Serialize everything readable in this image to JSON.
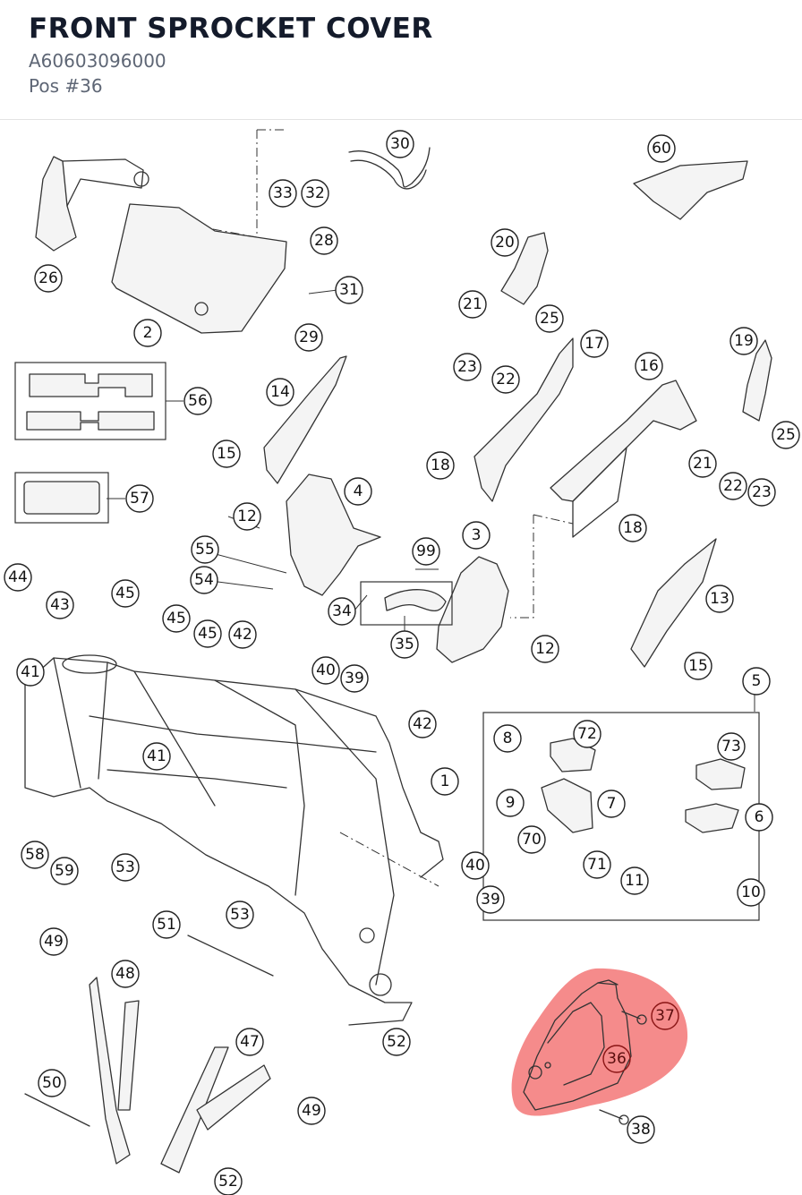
{
  "header": {
    "title": "FRONT SPROCKET COVER",
    "part_number": "A60603096000",
    "position": "Pos #36"
  },
  "colors": {
    "highlight": "#f26a6a",
    "highlight_callout": "#8a1414",
    "line": "#333333"
  },
  "highlighted_position": "36",
  "callouts": [
    "1",
    "2",
    "3",
    "4",
    "5",
    "6",
    "7",
    "8",
    "9",
    "10",
    "11",
    "12",
    "13",
    "14",
    "15",
    "16",
    "17",
    "18",
    "19",
    "20",
    "21",
    "22",
    "23",
    "25",
    "26",
    "28",
    "29",
    "30",
    "31",
    "32",
    "33",
    "34",
    "35",
    "36",
    "37",
    "38",
    "39",
    "40",
    "41",
    "42",
    "43",
    "44",
    "45",
    "47",
    "48",
    "49",
    "50",
    "51",
    "52",
    "53",
    "54",
    "55",
    "56",
    "57",
    "58",
    "59",
    "60",
    "70",
    "71",
    "72",
    "73",
    "99"
  ]
}
